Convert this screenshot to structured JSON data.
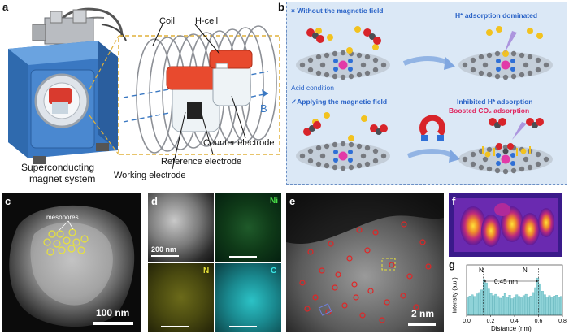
{
  "panel_a": {
    "letter": "a",
    "coil_label": "Coil",
    "hcell_label": "H-cell",
    "field_label": "B",
    "system_label_line1": "Superconducting",
    "system_label_line2": "magnet system",
    "counter_electrode": "Counter electrode",
    "reference_electrode": "Reference electrode",
    "working_electrode": "Working electrode"
  },
  "panel_b": {
    "letter": "b",
    "top_left_heading": "× Without the magnetic field",
    "top_right_heading": "H* adsorption dominated",
    "acid_condition": "Acid condition",
    "bottom_left_heading": "✓Applying the magnetic field",
    "bottom_right_heading1": "Inhibited H* adsorption",
    "bottom_right_heading2": "Boosted CO₂ adsorption",
    "colors": {
      "heading_blue": "#2a63c7",
      "heading_red": "#e0245e",
      "bg": "#dbe8f6"
    }
  },
  "panel_c": {
    "letter": "c",
    "mesopores_label": "mesopores",
    "scale_bar": "100 nm"
  },
  "panel_d": {
    "letter": "d",
    "scale_bar": "200 nm",
    "maps": [
      "Ni",
      "N",
      "C"
    ]
  },
  "panel_e": {
    "letter": "e",
    "scale_bar": "2 nm"
  },
  "panel_f": {
    "letter": "f"
  },
  "panel_g": {
    "letter": "g",
    "peak_label_1": "Ni",
    "peak_label_2": "Ni",
    "separation": "0.45 nm",
    "chart_data": {
      "type": "bar",
      "xlabel": "Distance (nm)",
      "ylabel": "Intensity (a.u.)",
      "xlim": [
        0.0,
        0.8
      ],
      "ylim": [
        0,
        1
      ],
      "xticks": [
        "0.0",
        "0.2",
        "0.4",
        "0.6",
        "0.8"
      ],
      "x": [
        0.0,
        0.02,
        0.04,
        0.06,
        0.08,
        0.1,
        0.12,
        0.14,
        0.16,
        0.18,
        0.2,
        0.22,
        0.24,
        0.26,
        0.28,
        0.3,
        0.32,
        0.34,
        0.36,
        0.38,
        0.4,
        0.42,
        0.44,
        0.46,
        0.48,
        0.5,
        0.52,
        0.54,
        0.56,
        0.58,
        0.6,
        0.62,
        0.64,
        0.66,
        0.68,
        0.7,
        0.72,
        0.74,
        0.76,
        0.78,
        0.8
      ],
      "values": [
        0.4,
        0.44,
        0.47,
        0.43,
        0.49,
        0.52,
        0.58,
        0.82,
        0.74,
        0.6,
        0.5,
        0.45,
        0.48,
        0.43,
        0.39,
        0.44,
        0.5,
        0.41,
        0.46,
        0.38,
        0.42,
        0.47,
        0.43,
        0.4,
        0.45,
        0.48,
        0.41,
        0.44,
        0.52,
        0.63,
        0.85,
        0.72,
        0.55,
        0.47,
        0.42,
        0.45,
        0.4,
        0.44,
        0.46,
        0.41,
        0.43
      ]
    }
  }
}
